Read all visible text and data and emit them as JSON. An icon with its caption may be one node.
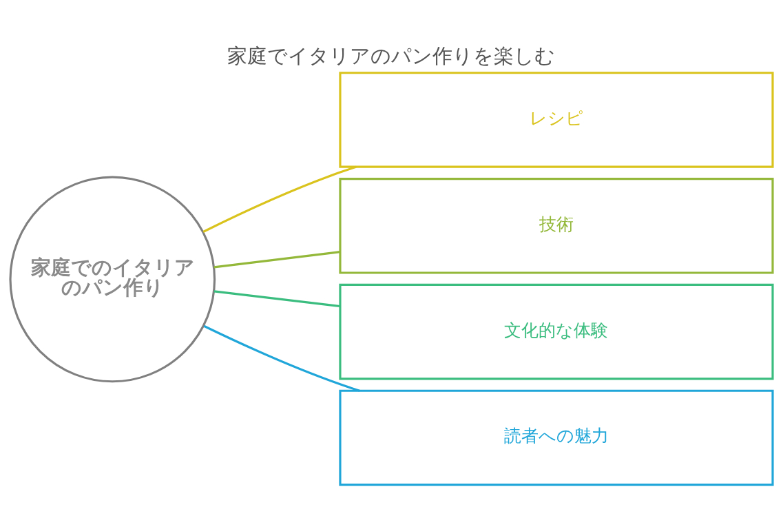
{
  "diagram": {
    "title": "家庭でイタリアのパン作りを楽しむ",
    "nodes": [
      {
        "text": [
          "家庭でのイタリアのパン作り"
        ]
      },
      {
        "text": [
          "レシピ"
        ]
      },
      {
        "text": [
          "技術"
        ]
      },
      {
        "text": [
          "文化的な体験"
        ]
      },
      {
        "text": [
          "読者への魅力"
        ]
      }
    ],
    "edges": [
      {
        "from": 0,
        "to": 1,
        "arrow": "none",
        "color": "#d9c31c"
      },
      {
        "from": 0,
        "to": 2,
        "arrow": "none",
        "color": "#93b83a"
      },
      {
        "from": 0,
        "to": 3,
        "arrow": "none",
        "color": "#3cbd80"
      },
      {
        "from": 0,
        "to": 4,
        "arrow": "none",
        "color": "#20a6d9"
      }
    ]
  }
}
